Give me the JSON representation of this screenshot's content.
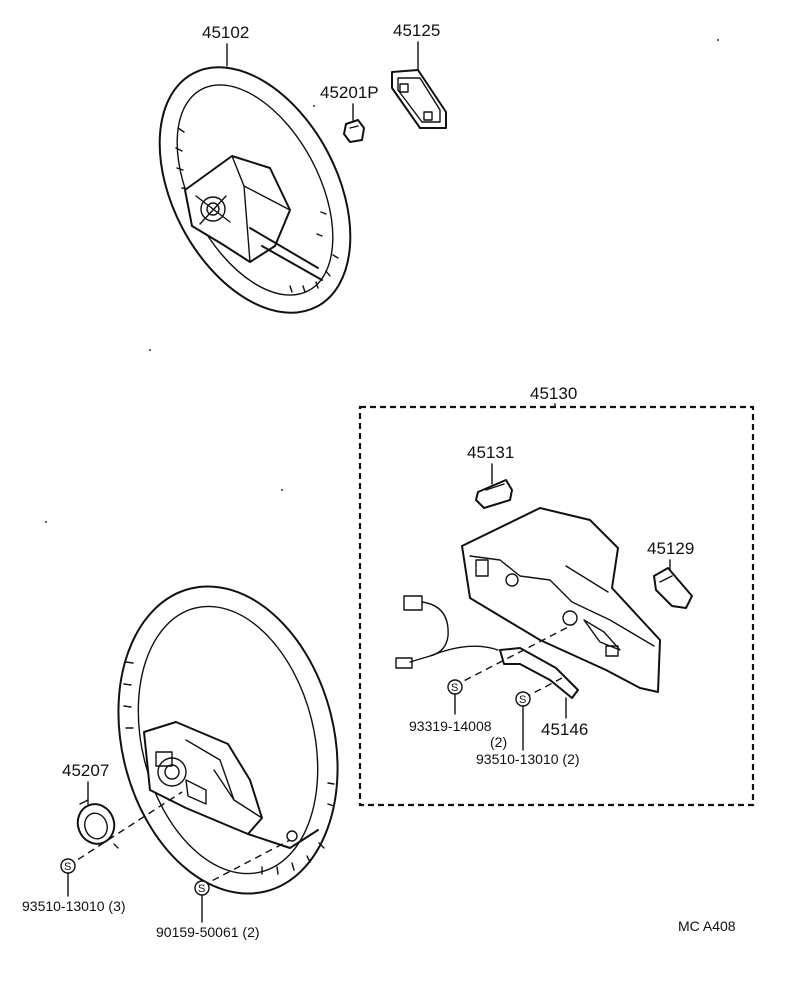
{
  "parts": {
    "p45102": "45102",
    "p45125": "45125",
    "p45201P": "45201P",
    "p45130": "45130",
    "p45131": "45131",
    "p45129": "45129",
    "p45146": "45146",
    "p45207": "45207"
  },
  "fasteners": {
    "f93319": "93319-14008",
    "f93319_qty": "(2)",
    "f93510_a": "93510-13010 (2)",
    "f93510_b": "93510-13010 (3)",
    "f90159": "90159-50061 (2)"
  },
  "symbol": "S",
  "drawing_code": "MC  A408"
}
